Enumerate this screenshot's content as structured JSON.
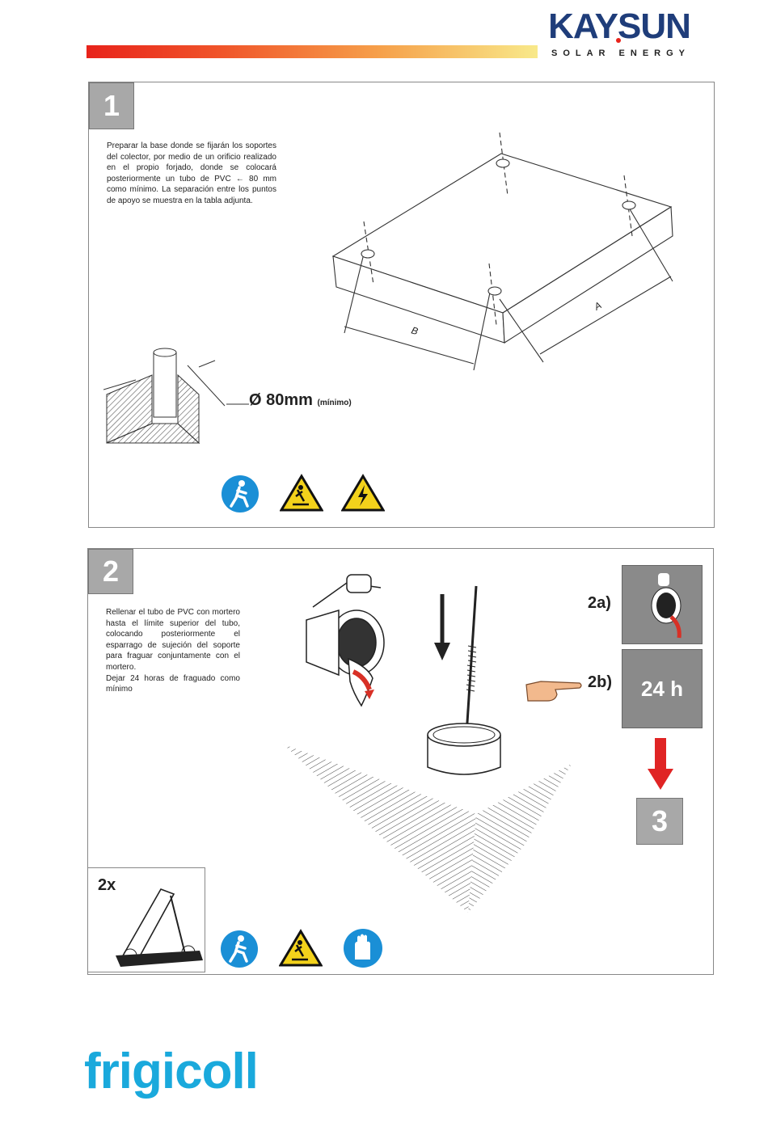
{
  "header": {
    "brand": "KAYSUN",
    "brand_sub": "SOLAR ENERGY",
    "colors": {
      "brand_blue": "#1f3d7a",
      "bar_start": "#e8231b",
      "bar_end": "#f8e98a"
    }
  },
  "step1": {
    "number": "1",
    "text": "Preparar la base donde se fijarán los soportes del colector, por medio de un orificio realizado en el propio forjado, donde se colocará posteriormente un tubo de PVC ← 80 mm como mínimo. La separación entre los puntos de apoyo se muestra en la tabla adjunta.",
    "dim_a": "A",
    "dim_b": "B",
    "diameter": "Ø 80mm",
    "diameter_note": "(mínimo)",
    "icons": [
      "person-walking-icon",
      "fall-warning-icon",
      "electrical-hazard-icon"
    ]
  },
  "step2": {
    "number": "2",
    "text": "Rellenar el tubo de PVC con mortero hasta el límite superior del tubo, colocando posteriormente el esparrago de sujeción del soporte para fraguar conjuntamente con el mortero.\nDejar 24 horas de fraguado como mínimo",
    "label_2a": "2a)",
    "label_2b": "2b)",
    "time": "24 h",
    "next_step": "3",
    "qty": "2x",
    "icons": [
      "person-walking-icon",
      "fall-warning-icon",
      "gloves-icon"
    ]
  },
  "footer": {
    "brand": "frigicoll",
    "color": "#1aa9dc"
  }
}
